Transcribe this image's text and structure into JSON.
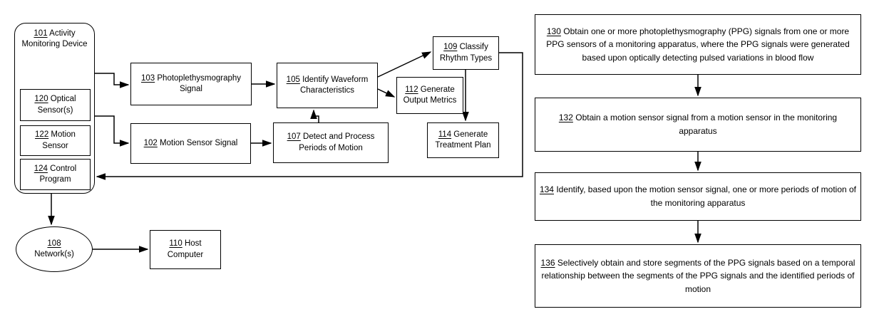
{
  "figure": {
    "left_diagram": {
      "device": {
        "ref": "101",
        "label": "Activity Monitoring Device",
        "components": [
          {
            "ref": "120",
            "label": "Optical Sensor(s)"
          },
          {
            "ref": "122",
            "label": "Motion Sensor"
          },
          {
            "ref": "124",
            "label": "Control Program"
          }
        ]
      },
      "nodes": [
        {
          "id": "n103",
          "ref": "103",
          "label": "Photoplethysmography Signal",
          "shape": "rect"
        },
        {
          "id": "n105",
          "ref": "105",
          "label": "Identify Waveform Characteristics",
          "shape": "rect"
        },
        {
          "id": "n102",
          "ref": "102",
          "label": "Motion Sensor Signal",
          "shape": "rect"
        },
        {
          "id": "n107",
          "ref": "107",
          "label": "Detect and Process Periods of Motion",
          "shape": "rect"
        },
        {
          "id": "n109",
          "ref": "109",
          "label": "Classify Rhythm Types",
          "shape": "rect"
        },
        {
          "id": "n112",
          "ref": "112",
          "label": "Generate Output Metrics",
          "shape": "rect"
        },
        {
          "id": "n114",
          "ref": "114",
          "label": "Generate Treatment Plan",
          "shape": "rect"
        },
        {
          "id": "n108",
          "ref": "108",
          "label": "Network(s)",
          "shape": "ellipse"
        },
        {
          "id": "n110",
          "ref": "110",
          "label": "Host Computer",
          "shape": "rect"
        }
      ]
    },
    "right_flowchart": {
      "steps": [
        {
          "id": "f130",
          "ref": "130",
          "label": "Obtain one or more  photoplethysmography  (PPG) signals from one or more PPG sensors of a monitoring apparatus, where the  PPG signals were generated based upon optically detecting pulsed variations in blood flow"
        },
        {
          "id": "f132",
          "ref": "132",
          "label": "Obtain a motion sensor signal from a motion sensor in the monitoring apparatus"
        },
        {
          "id": "f134",
          "ref": "134",
          "label": "Identify, based upon the motion sensor signal, one or more periods of motion of the monitoring apparatus"
        },
        {
          "id": "f136",
          "ref": "136",
          "label": "Selectively obtain and store segments of the  PPG signals based on a temporal relationship between the segments of the  PPG signals and the identified periods of motion"
        }
      ]
    },
    "colors": {
      "stroke": "#000000",
      "background": "#ffffff",
      "text": "#000000"
    }
  }
}
